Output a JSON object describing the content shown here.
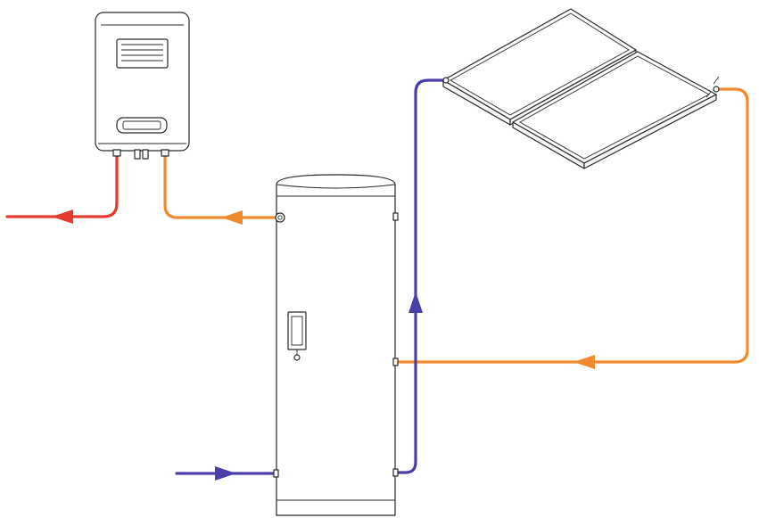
{
  "colors": {
    "hot_water": "#e53a2f",
    "warm_water": "#f08a2c",
    "cold_water": "#4a3fa8",
    "outline": "#2a2a2a",
    "background": "#ffffff"
  },
  "components": [
    {
      "id": "water-heater",
      "icon": "wall-mounted-boiler"
    },
    {
      "id": "storage-tank",
      "icon": "cylindrical-tank"
    },
    {
      "id": "solar-collector",
      "icon": "flat-plate-collector-pair"
    }
  ],
  "flows": [
    {
      "id": "hot-outlet",
      "color": "hot_water",
      "direction": "left"
    },
    {
      "id": "tank-to-heater",
      "color": "warm_water",
      "direction": "left"
    },
    {
      "id": "collector-return",
      "color": "warm_water",
      "direction": "left"
    },
    {
      "id": "tank-to-collector",
      "color": "cold_water",
      "direction": "up"
    },
    {
      "id": "cold-inlet",
      "color": "cold_water",
      "direction": "right"
    }
  ]
}
